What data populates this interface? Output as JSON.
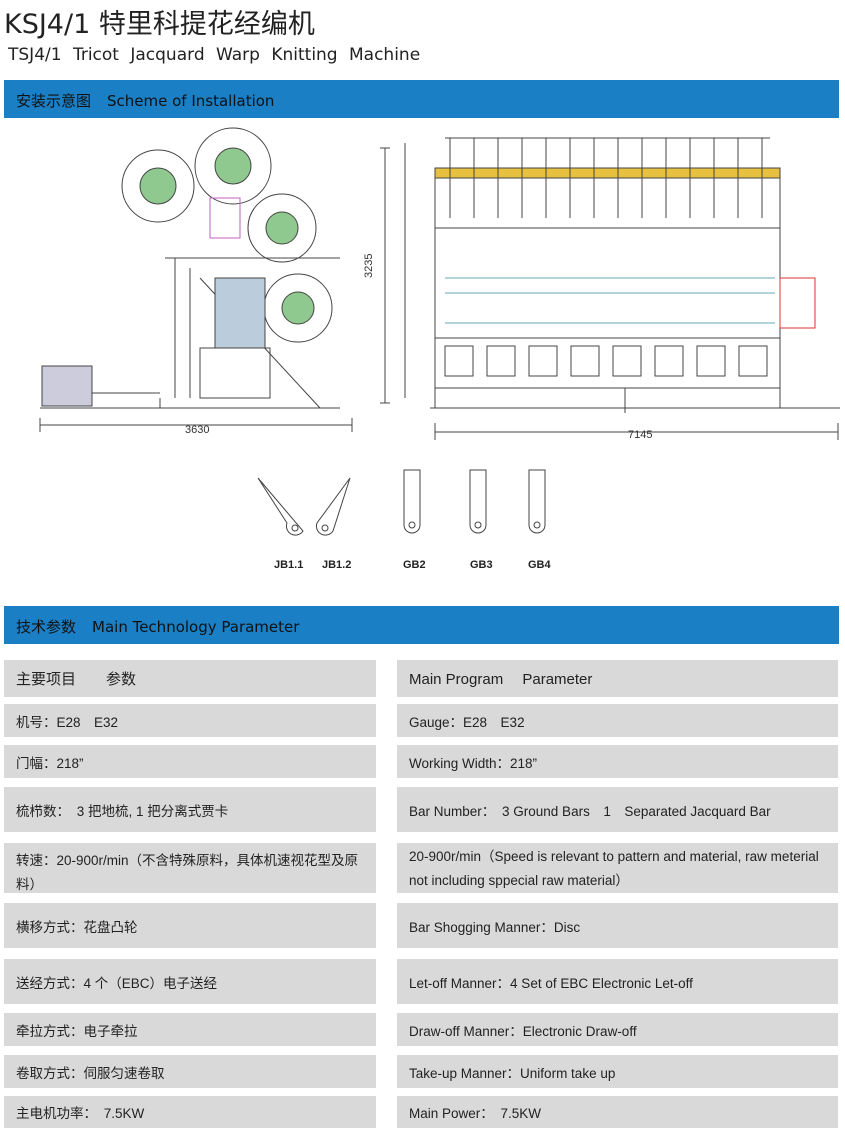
{
  "header": {
    "title": "KSJ4/1  特里科提花经编机",
    "subtitle": "TSJ4/1  Tricot  Jacquard  Warp Knitting Machine"
  },
  "installation": {
    "label_cn": "安装示意图",
    "label_en": "Scheme of Installation",
    "dimensions": {
      "height": "3235",
      "side_width": "3630",
      "front_width": "7145"
    },
    "bars": [
      "JB1.1",
      "JB1.2",
      "GB2",
      "GB3",
      "GB4"
    ]
  },
  "parameters": {
    "label_cn": "技术参数",
    "label_en": "Main Technology Parameter",
    "left_header": "主要项目　　参数",
    "right_header": "Main Program　 Parameter",
    "rows": [
      {
        "cn": "机号：E28　E32",
        "en": "Gauge：E28　E32"
      },
      {
        "cn": "门幅：218”",
        "en": "Working Width：218”"
      },
      {
        "cn": "梳栉数：　3 把地梳, 1 把分离式贾卡",
        "en": "Bar Number：　3 Ground Bars　1　Separated Jacquard Bar"
      },
      {
        "cn": "转速：20-900r/min（不含特殊原料，具体机速视花型及原料）",
        "en": "20-900r/min（Speed is relevant to pattern and material, raw meterial not including sppecial raw material）"
      },
      {
        "cn": "横移方式：花盘凸轮",
        "en": "Bar Shogging Manner：Disc"
      },
      {
        "cn": "送经方式：4 个（EBC）电子送经",
        "en": "Let-off Manner：4 Set of EBC Electronic Let-off"
      },
      {
        "cn": "牵拉方式：电子牵拉",
        "en": "Draw-off Manner：Electronic Draw-off"
      },
      {
        "cn": "卷取方式：伺服匀速卷取",
        "en": "Take-up Manner：Uniform take up"
      },
      {
        "cn": "主电机功率：　7.5KW",
        "en": "Main Power：　7.5KW"
      }
    ]
  }
}
